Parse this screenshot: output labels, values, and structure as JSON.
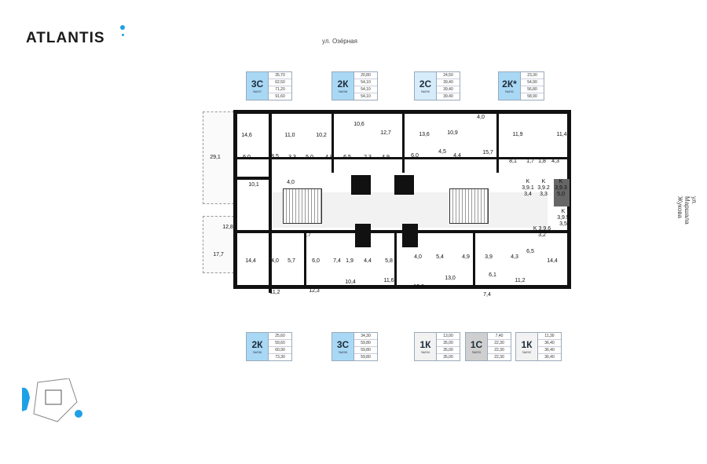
{
  "logo": "ATLANTIS",
  "streets": {
    "top": "ул. Озёрная",
    "right": "ул. Маршала Жукова"
  },
  "apartments_top": [
    {
      "type": "3С",
      "number": "№297",
      "areas": [
        "35,70",
        "62,50",
        "71,20",
        "91,60"
      ],
      "color": "#a9d8f5"
    },
    {
      "type": "2К",
      "number": "№298",
      "areas": [
        "20,80",
        "54,10",
        "54,10",
        "54,10"
      ],
      "color": "#a9d8f5"
    },
    {
      "type": "2С",
      "number": "№290",
      "areas": [
        "24,50",
        "39,40",
        "39,40",
        "39,40"
      ],
      "color": "#d6ecfa"
    },
    {
      "type": "2К*",
      "number": "№291",
      "areas": [
        "23,30",
        "54,90",
        "56,80",
        "58,90"
      ],
      "color": "#a9d8f5"
    }
  ],
  "apartments_bottom": [
    {
      "type": "2К",
      "number": "№296",
      "areas": [
        "25,60",
        "59,60",
        "60,90",
        "73,30"
      ],
      "color": "#a9d8f5"
    },
    {
      "type": "3С",
      "number": "№295",
      "areas": [
        "34,30",
        "59,80",
        "59,80",
        "59,80"
      ],
      "color": "#a9d8f5"
    },
    {
      "type": "1К",
      "number": "№294",
      "areas": [
        "13,00",
        "35,00",
        "35,00",
        "35,00"
      ],
      "color": "#f2f2f2"
    },
    {
      "type": "1С",
      "number": "№293",
      "areas": [
        "7,40",
        "22,30",
        "22,30",
        "22,30"
      ],
      "color": "#cfcfcf"
    },
    {
      "type": "1К",
      "number": "№292",
      "areas": [
        "11,30",
        "36,40",
        "36,40",
        "36,40"
      ],
      "color": "#f2f2f2"
    }
  ],
  "rooms": [
    "14,6",
    "11,0",
    "10,2",
    "10,6",
    "12,7",
    "13,6",
    "10,9",
    "4,0",
    "15,7",
    "11,9",
    "11,4",
    "29,1",
    "6,0",
    "8,5",
    "3,3",
    "5,0",
    "4,9",
    "6,5",
    "2,3",
    "4,9",
    "6,0",
    "4,5",
    "4,4",
    "8,1",
    "1,7",
    "1,8",
    "4,3",
    "10,1",
    "4,0",
    "K\n3,9.1\n3,4",
    "K\n3,9.2\n3,3",
    "K\n3,9.3\n5,0",
    "12,8",
    "7,7",
    "K\n3,9.5\n3,5",
    "K 3,9.6\n3,2",
    "17,7",
    "14,4",
    "4,0",
    "5,7",
    "6,0",
    "7,4",
    "1,9",
    "4,4",
    "5,8",
    "4,0",
    "5,4",
    "4,9",
    "3,9",
    "4,3",
    "6,5",
    "14,4",
    "11,2",
    "12,3",
    "10,4",
    "11,6",
    "12,6",
    "13,0",
    "6,1",
    "7,4",
    "11,2"
  ]
}
